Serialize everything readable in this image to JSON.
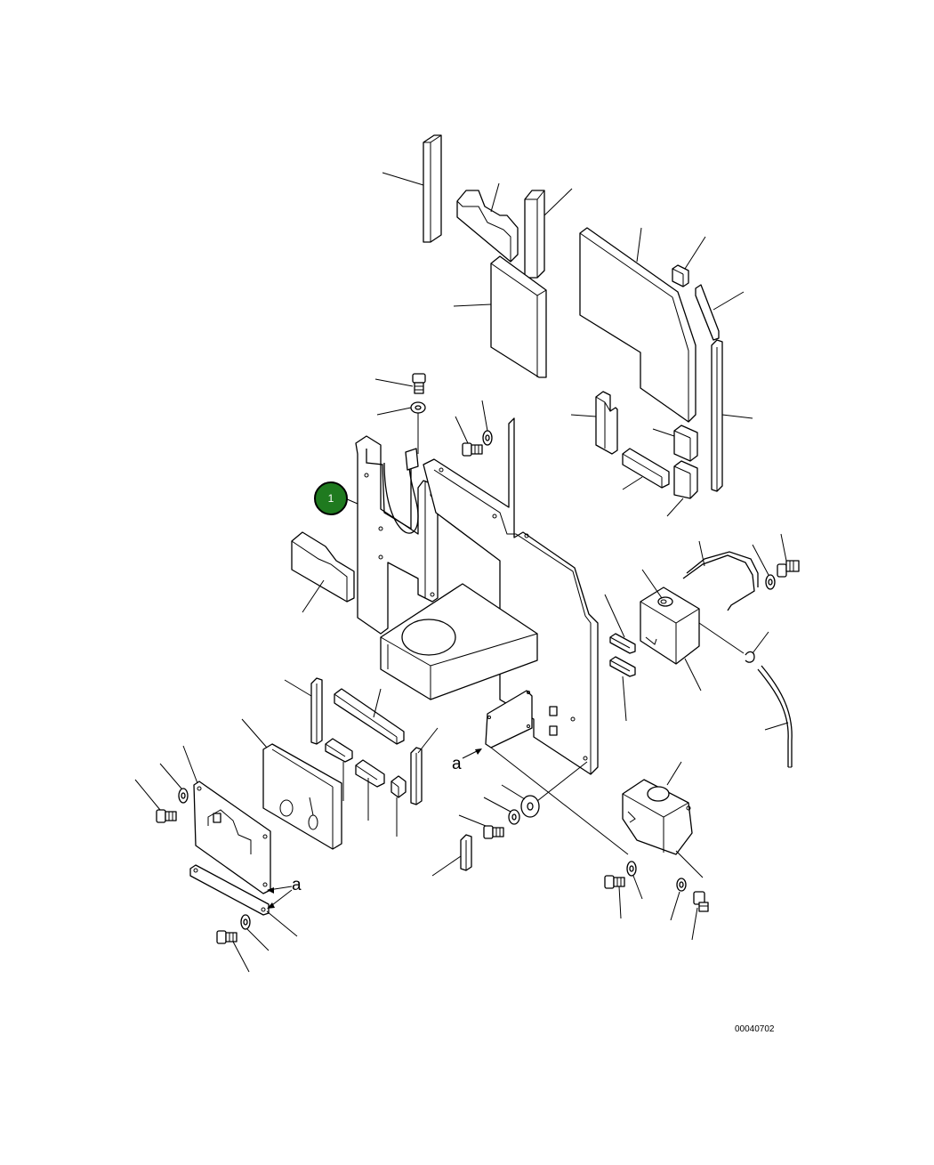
{
  "diagram": {
    "callout": {
      "number": "1",
      "color": "#1f7a1f"
    },
    "detail_labels": [
      "a",
      "a"
    ],
    "drawing_code": "00040702"
  }
}
